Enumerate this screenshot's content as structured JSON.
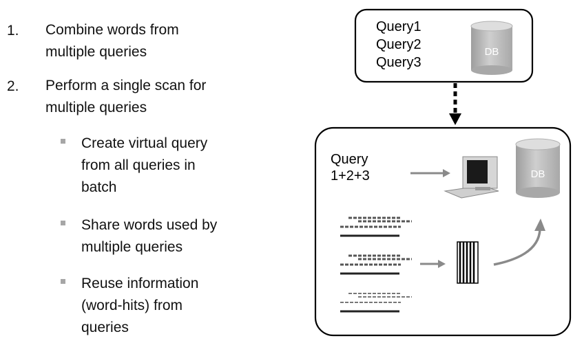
{
  "steps": [
    {
      "number": "1.",
      "lines": [
        "Combine words from",
        "multiple queries"
      ]
    },
    {
      "number": "2.",
      "lines": [
        "Perform a single scan for",
        "multiple queries"
      ]
    }
  ],
  "sub_bullets": [
    {
      "lines": [
        "Create virtual query",
        "from all queries in",
        "batch"
      ]
    },
    {
      "lines": [
        "Share words used by",
        "multiple queries"
      ]
    },
    {
      "lines": [
        "Reuse information",
        "(word-hits) from",
        "queries"
      ]
    }
  ],
  "diagram": {
    "top_box": {
      "queries": [
        "Query1",
        "Query2",
        "Query3"
      ],
      "db_label": "DB"
    },
    "bottom_box": {
      "query_label_lines": [
        "Query",
        "1+2+3"
      ],
      "db_label": "DB"
    },
    "colors": {
      "arrow_gray": "#8a8a8a",
      "db_gray": "#b9b9b9",
      "bullet_gray": "#a6a6a6"
    }
  }
}
